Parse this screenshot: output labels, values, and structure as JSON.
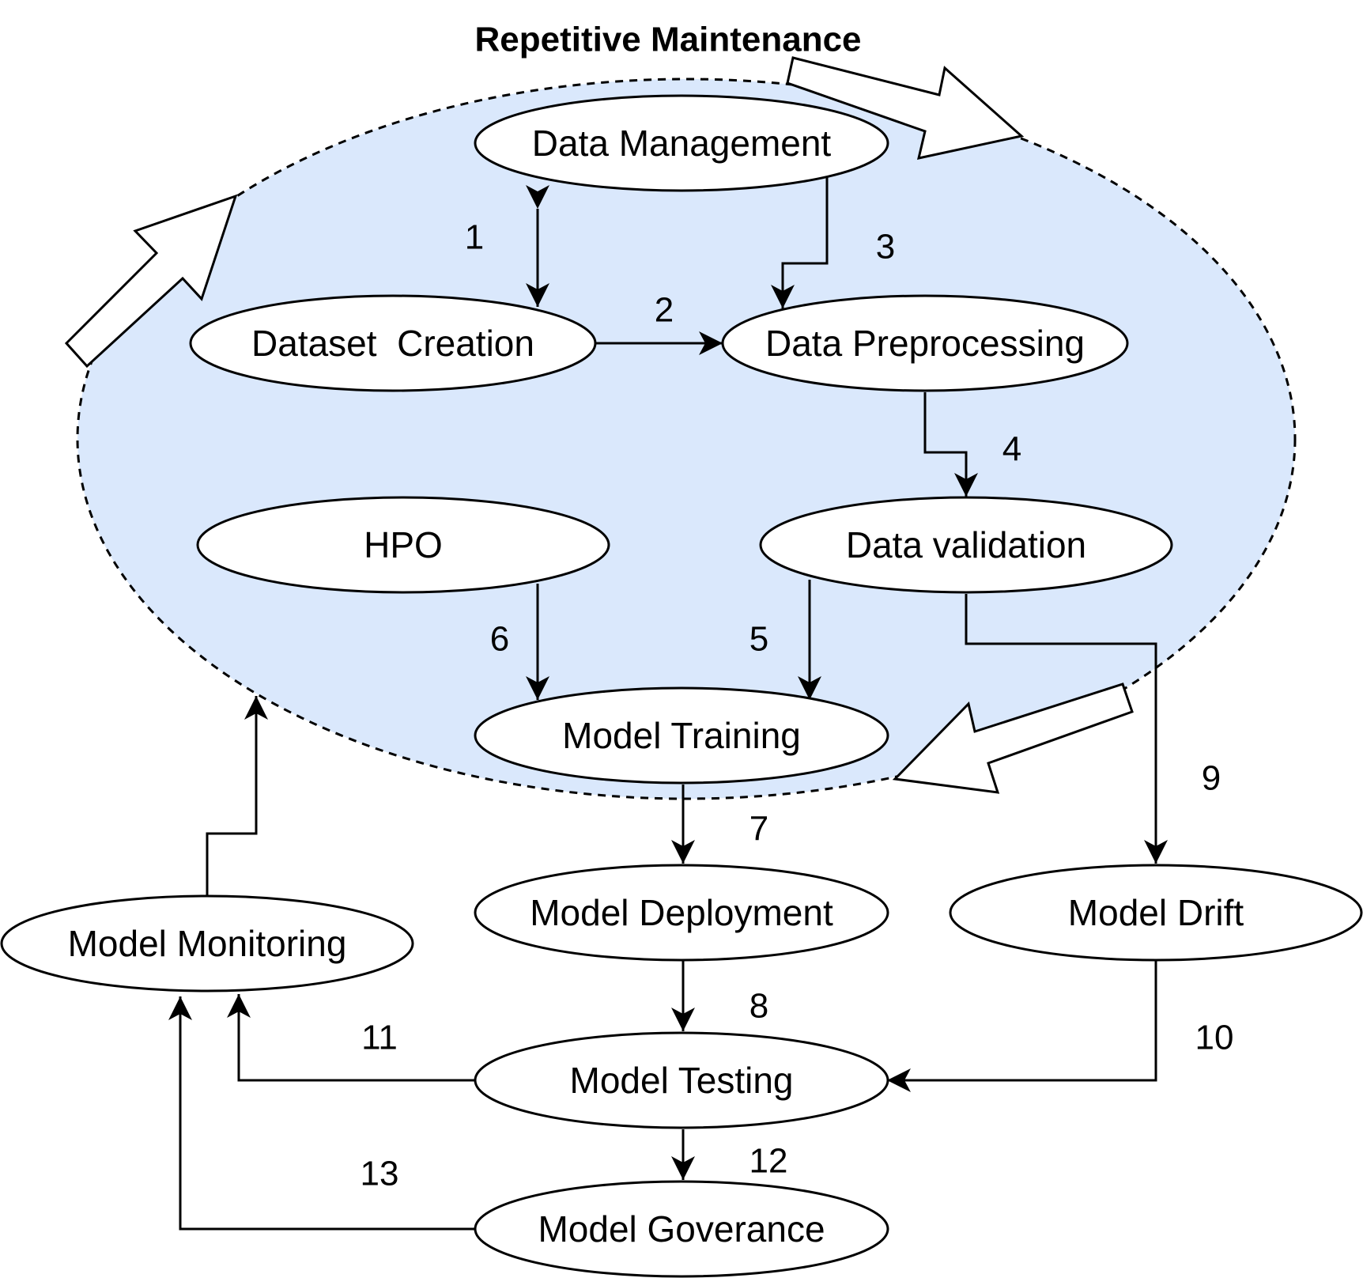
{
  "title": "Repetitive Maintenance",
  "colors": {
    "cycle_fill": "#dae8fc",
    "stroke": "#000000",
    "node_fill": "#ffffff"
  },
  "nodes": {
    "data_management": "Data Management",
    "dataset_creation": "Dataset  Creation",
    "data_preprocessing": "Data Preprocessing",
    "hpo": "HPO",
    "data_validation": "Data validation",
    "model_training": "Model Training",
    "model_deployment": "Model Deployment",
    "model_drift": "Model Drift",
    "model_monitoring": "Model Monitoring",
    "model_testing": "Model Testing",
    "model_governance": "Model Goverance"
  },
  "edges": {
    "e1": "1",
    "e2": "2",
    "e3": "3",
    "e4": "4",
    "e5": "5",
    "e6": "6",
    "e7": "7",
    "e8": "8",
    "e9": "9",
    "e10": "10",
    "e11": "11",
    "e12": "12",
    "e13": "13"
  }
}
